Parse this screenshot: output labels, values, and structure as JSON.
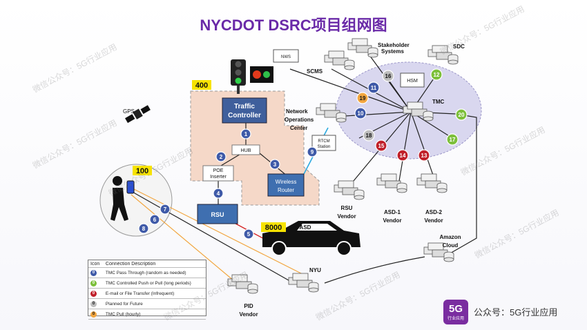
{
  "title": "NYCDOT DSRC项目组网图",
  "labels": {
    "gps": "GPS",
    "traffic_controller_line1": "Traffic",
    "traffic_controller_line2": "Controller",
    "hub": "HUB",
    "poe_line1": "POE",
    "poe_line2": "Inserter",
    "wireless_line1": "Wireless",
    "wireless_line2": "Router",
    "rsu": "RSU",
    "asd": "ASD",
    "nws": "NWS",
    "scms": "SCMS",
    "stakeholder_line1": "Stakeholder",
    "stakeholder_line2": "Systems",
    "sdc": "SDC",
    "hsm": "HSM",
    "tmc": "TMC",
    "noc_line1": "Network",
    "noc_line2": "Operations",
    "noc_line3": "Center",
    "rtcm_line1": "RTCM",
    "rtcm_line2": "Station",
    "rsu_vendor_line1": "RSU",
    "rsu_vendor_line2": "Vendor",
    "asd1_vendor_line1": "ASD-1",
    "asd1_vendor_line2": "Vendor",
    "asd2_vendor_line1": "ASD-2",
    "asd2_vendor_line2": "Vendor",
    "amazon_line1": "Amazon",
    "amazon_line2": "Cloud",
    "nyu": "NYU",
    "pid_line1": "PID",
    "pid_line2": "Vendor"
  },
  "badges": {
    "b400": "400",
    "b100": "100",
    "b8000": "8000"
  },
  "nodes": {
    "n1": "1",
    "n2": "2",
    "n3": "3",
    "n4": "4",
    "n5": "5",
    "n6": "6",
    "n7": "7",
    "n8": "8",
    "n9": "9",
    "n10": "10",
    "n11": "11",
    "n12": "12",
    "n13": "13",
    "n14": "14",
    "n15": "15",
    "n16": "16",
    "n17": "17",
    "n18": "18",
    "n19": "19",
    "n20": "20"
  },
  "legend": {
    "header_icon": "Icon",
    "header_desc": "Connection Description",
    "rows": [
      {
        "num": "0",
        "color": "#3f5aa8",
        "desc": "TMC Pass Through (random as needed)"
      },
      {
        "num": "0",
        "color": "#7cbf3a",
        "desc": "TMC Controlled Push or Pull (long periods)"
      },
      {
        "num": "0",
        "color": "#c0202a",
        "desc": "E-mail or File Transfer (Infrequent)"
      },
      {
        "num": "0",
        "color": "#bdbdbd",
        "desc": "Planned for Future"
      },
      {
        "num": "0",
        "color": "#f2a640",
        "desc": "TMC Pull (hourly)"
      }
    ]
  },
  "branding": {
    "logo_big": "5G",
    "logo_small": "行业应用",
    "account": "公众号：5G行业应用"
  },
  "watermark_text": "微信公众号：5G行业应用",
  "colors": {
    "title": "#6a2aa8",
    "blue": "#3f5aa8",
    "green": "#7cbf3a",
    "red": "#c0202a",
    "gray": "#bdbdbd",
    "orange": "#f2a640",
    "badge": "#f7e300",
    "zone": "#f5d8c8",
    "tmc_cloud": "#d9d7ef"
  }
}
